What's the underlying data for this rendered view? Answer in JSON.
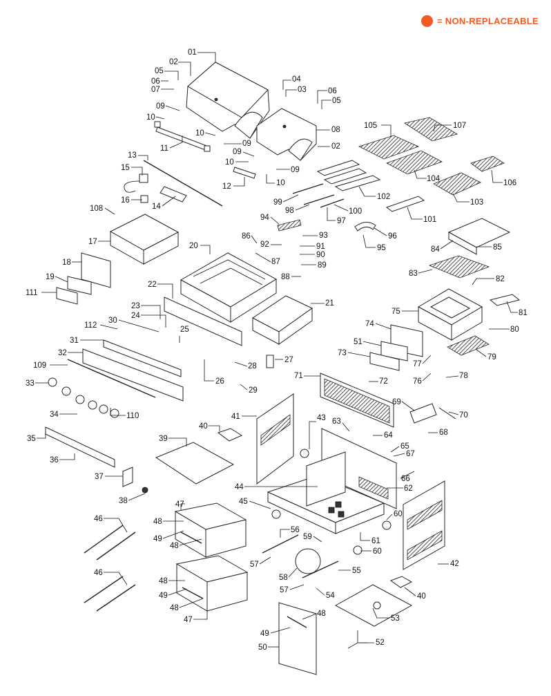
{
  "legend": {
    "text": "= NON-REPLACEABLE",
    "color": "#f15a22"
  },
  "callouts": [
    {
      "id": "01",
      "text": "01"
    },
    {
      "id": "02",
      "text": "02"
    },
    {
      "id": "03",
      "text": "03"
    },
    {
      "id": "04",
      "text": "04"
    },
    {
      "id": "05",
      "text": "05"
    },
    {
      "id": "06",
      "text": "06"
    },
    {
      "id": "07",
      "text": "07"
    },
    {
      "id": "08",
      "text": "08"
    },
    {
      "id": "09",
      "text": "09"
    },
    {
      "id": "10",
      "text": "10"
    },
    {
      "id": "11",
      "text": "11"
    },
    {
      "id": "12",
      "text": "12"
    },
    {
      "id": "13",
      "text": "13"
    },
    {
      "id": "14",
      "text": "14"
    },
    {
      "id": "15",
      "text": "15"
    },
    {
      "id": "16",
      "text": "16"
    },
    {
      "id": "17",
      "text": "17"
    },
    {
      "id": "18",
      "text": "18"
    },
    {
      "id": "19",
      "text": "19"
    },
    {
      "id": "20",
      "text": "20"
    },
    {
      "id": "21",
      "text": "21"
    },
    {
      "id": "22",
      "text": "22"
    },
    {
      "id": "23",
      "text": "23"
    },
    {
      "id": "24",
      "text": "24"
    },
    {
      "id": "25",
      "text": "25"
    },
    {
      "id": "26",
      "text": "26"
    },
    {
      "id": "27",
      "text": "27"
    },
    {
      "id": "28",
      "text": "28"
    },
    {
      "id": "29",
      "text": "29"
    },
    {
      "id": "30",
      "text": "30"
    },
    {
      "id": "31",
      "text": "31"
    },
    {
      "id": "32",
      "text": "32"
    },
    {
      "id": "33",
      "text": "33"
    },
    {
      "id": "34",
      "text": "34"
    },
    {
      "id": "35",
      "text": "35"
    },
    {
      "id": "36",
      "text": "36"
    },
    {
      "id": "37",
      "text": "37"
    },
    {
      "id": "38",
      "text": "38"
    },
    {
      "id": "39",
      "text": "39"
    },
    {
      "id": "40",
      "text": "40"
    },
    {
      "id": "41",
      "text": "41"
    },
    {
      "id": "42",
      "text": "42"
    },
    {
      "id": "43",
      "text": "43"
    },
    {
      "id": "44",
      "text": "44"
    },
    {
      "id": "45",
      "text": "45"
    },
    {
      "id": "46",
      "text": "46"
    },
    {
      "id": "47",
      "text": "47"
    },
    {
      "id": "48",
      "text": "48"
    },
    {
      "id": "49",
      "text": "49"
    },
    {
      "id": "50",
      "text": "50"
    },
    {
      "id": "51",
      "text": "51"
    },
    {
      "id": "52",
      "text": "52"
    },
    {
      "id": "53",
      "text": "53"
    },
    {
      "id": "54",
      "text": "54"
    },
    {
      "id": "55",
      "text": "55"
    },
    {
      "id": "56",
      "text": "56"
    },
    {
      "id": "57",
      "text": "57"
    },
    {
      "id": "58",
      "text": "58"
    },
    {
      "id": "59",
      "text": "59"
    },
    {
      "id": "60",
      "text": "60"
    },
    {
      "id": "61",
      "text": "61"
    },
    {
      "id": "62",
      "text": "62"
    },
    {
      "id": "63",
      "text": "63"
    },
    {
      "id": "64",
      "text": "64"
    },
    {
      "id": "65",
      "text": "65"
    },
    {
      "id": "66",
      "text": "66"
    },
    {
      "id": "67",
      "text": "67"
    },
    {
      "id": "68",
      "text": "68"
    },
    {
      "id": "69",
      "text": "69"
    },
    {
      "id": "70",
      "text": "70"
    },
    {
      "id": "71",
      "text": "71"
    },
    {
      "id": "72",
      "text": "72"
    },
    {
      "id": "73",
      "text": "73"
    },
    {
      "id": "74",
      "text": "74"
    },
    {
      "id": "75",
      "text": "75"
    },
    {
      "id": "76",
      "text": "76"
    },
    {
      "id": "77",
      "text": "77"
    },
    {
      "id": "78",
      "text": "78"
    },
    {
      "id": "79",
      "text": "79"
    },
    {
      "id": "80",
      "text": "80"
    },
    {
      "id": "81",
      "text": "81"
    },
    {
      "id": "82",
      "text": "82"
    },
    {
      "id": "83",
      "text": "83"
    },
    {
      "id": "84",
      "text": "84"
    },
    {
      "id": "85",
      "text": "85"
    },
    {
      "id": "86",
      "text": "86"
    },
    {
      "id": "87",
      "text": "87"
    },
    {
      "id": "88",
      "text": "88"
    },
    {
      "id": "89",
      "text": "89"
    },
    {
      "id": "90",
      "text": "90"
    },
    {
      "id": "91",
      "text": "91"
    },
    {
      "id": "92",
      "text": "92"
    },
    {
      "id": "93",
      "text": "93"
    },
    {
      "id": "94",
      "text": "94"
    },
    {
      "id": "95",
      "text": "95"
    },
    {
      "id": "96",
      "text": "96"
    },
    {
      "id": "97",
      "text": "97"
    },
    {
      "id": "98",
      "text": "98"
    },
    {
      "id": "99",
      "text": "99"
    },
    {
      "id": "100",
      "text": "100"
    },
    {
      "id": "101",
      "text": "101"
    },
    {
      "id": "102",
      "text": "102"
    },
    {
      "id": "103",
      "text": "103"
    },
    {
      "id": "104",
      "text": "104"
    },
    {
      "id": "105",
      "text": "105"
    },
    {
      "id": "106",
      "text": "106"
    },
    {
      "id": "107",
      "text": "107"
    },
    {
      "id": "108",
      "text": "108"
    },
    {
      "id": "109",
      "text": "109"
    },
    {
      "id": "110",
      "text": "110"
    },
    {
      "id": "111",
      "text": "111"
    },
    {
      "id": "112",
      "text": "112"
    }
  ]
}
